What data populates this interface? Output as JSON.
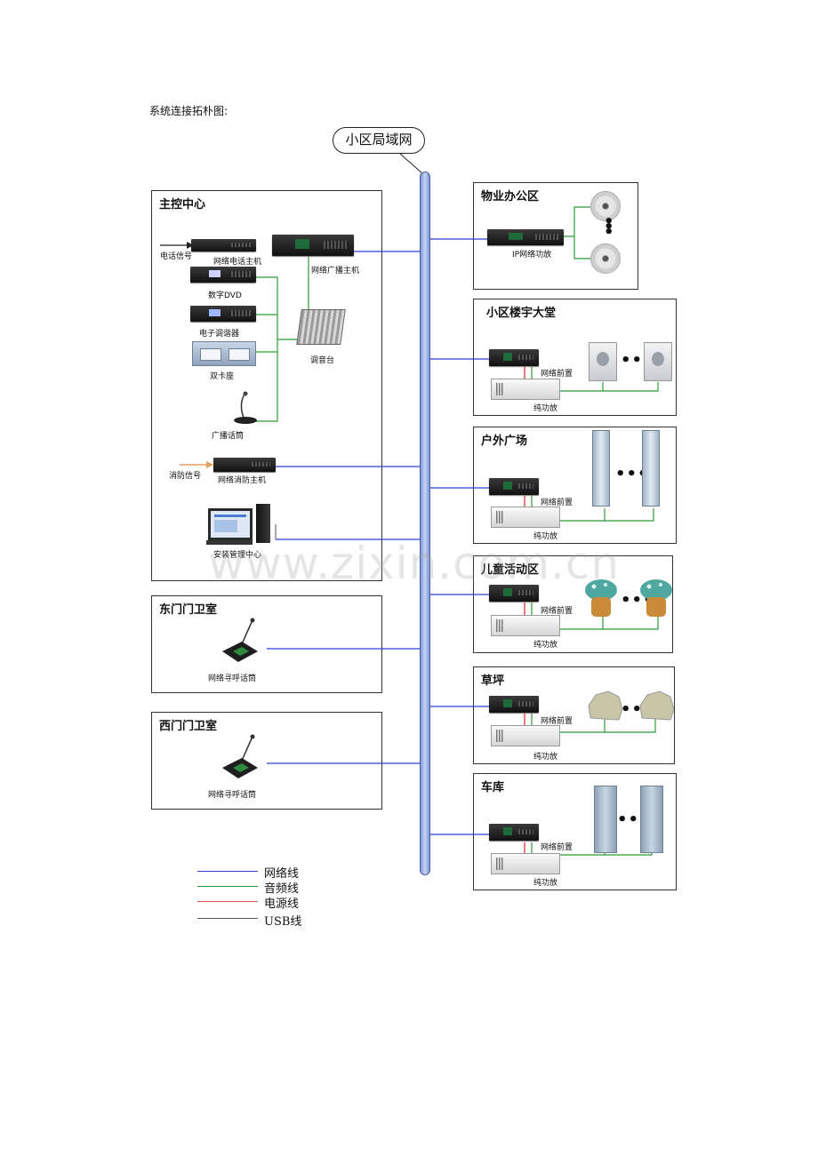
{
  "caption": "系统连接拓朴图:",
  "lan_label": "小区局域网",
  "main_center": {
    "title": "主控中心",
    "phone_signal": "电话信号",
    "phone_host": "网络电话主机",
    "broadcast_host": "网络广播主机",
    "dvd": "数字DVD",
    "tuner": "电子调谐器",
    "cassette": "双卡座",
    "mixer": "调音台",
    "mic": "广播话筒",
    "fire_signal": "消防信号",
    "fire_host": "网络消防主机",
    "pc": "安装管理中心"
  },
  "east_gate": {
    "title": "东门门卫室",
    "device": "网络寻呼话筒"
  },
  "west_gate": {
    "title": "西门门卫室",
    "device": "网络寻呼话筒"
  },
  "zones": [
    {
      "title": "物业办公区",
      "device": "IP网络功放"
    },
    {
      "title": "小区楼宇大堂",
      "preamp": "网络前置",
      "amp": "纯功放"
    },
    {
      "title": "户外广场",
      "preamp": "网络前置",
      "amp": "纯功放"
    },
    {
      "title": "儿童活动区",
      "preamp": "网络前置",
      "amp": "纯功放"
    },
    {
      "title": "草坪",
      "preamp": "网络前置",
      "amp": "纯功放"
    },
    {
      "title": "车库",
      "preamp": "网络前置",
      "amp": "纯功放"
    }
  ],
  "legend": [
    {
      "label": "网络线",
      "color": "#2b3fd8"
    },
    {
      "label": "音频线",
      "color": "#2e9a36"
    },
    {
      "label": "电源线",
      "color": "#e34b4b"
    },
    {
      "label": "USB线",
      "color": "#555555"
    }
  ],
  "watermark": "www.zixin.com.cn"
}
